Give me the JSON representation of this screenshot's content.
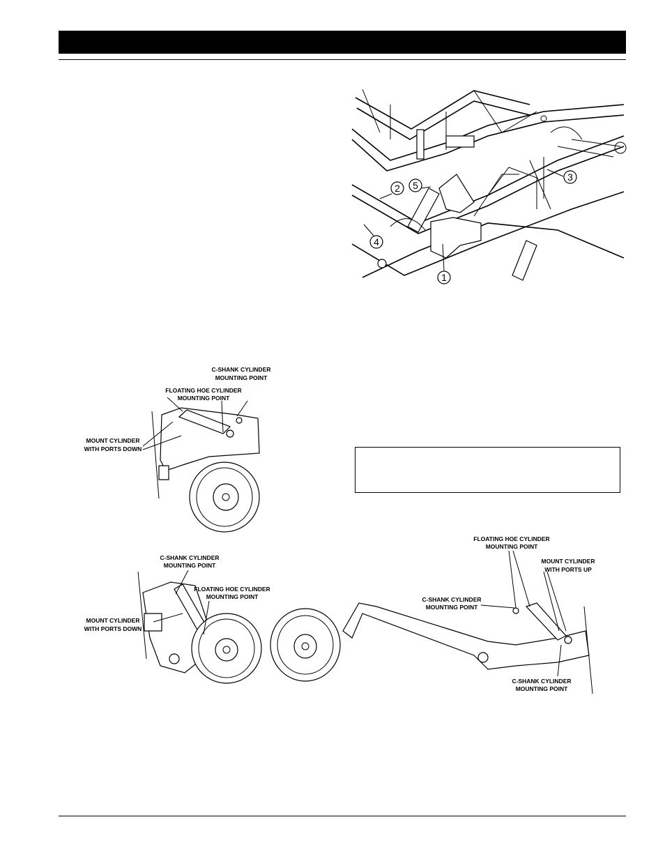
{
  "header": {
    "bar_color": "#000000"
  },
  "figure_top": {
    "callouts": [
      {
        "number": "1"
      },
      {
        "number": "2"
      },
      {
        "number": "3"
      },
      {
        "number": "4"
      },
      {
        "number": "5"
      }
    ]
  },
  "figure_mid": {
    "label_cshank": [
      "C-SHANK CYLINDER",
      "MOUNTING POINT"
    ],
    "label_floating": [
      "FLOATING HOE CYLINDER",
      "MOUNTING POINT"
    ],
    "label_mount": [
      "MOUNT CYLINDER",
      "WITH PORTS DOWN"
    ]
  },
  "figure_bottom_left": {
    "label_cshank": [
      "C-SHANK CYLINDER",
      "MOUNTING POINT"
    ],
    "label_floating": [
      "FLOATING HOE CYLINDER",
      "MOUNTING POINT"
    ],
    "label_mount": [
      "MOUNT CYLINDER",
      "WITH PORTS DOWN"
    ]
  },
  "figure_bottom_right": {
    "label_floating": [
      "FLOATING HOE CYLINDER",
      "MOUNTING POINT"
    ],
    "label_mount": [
      "MOUNT CYLINDER",
      "WITH PORTS UP"
    ],
    "label_cshank_upper": [
      "C-SHANK CYLINDER",
      "MOUNTING POINT"
    ],
    "label_cshank_lower": [
      "C-SHANK CYLINDER",
      "MOUNTING POINT"
    ]
  },
  "note_box": {}
}
